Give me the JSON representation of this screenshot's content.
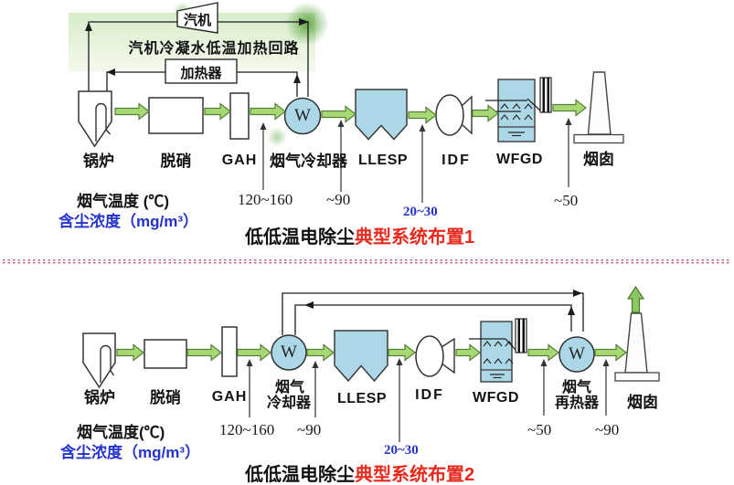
{
  "colors": {
    "component_fill": "#abd7e6",
    "arrow_fill": "#a8d873",
    "arrow_stroke": "#55803a",
    "caption_red": "#e82a1e",
    "value_blue": "#2433cc",
    "divider_pink": "#c4627e",
    "loop_band_green": "#e3f1da"
  },
  "d1": {
    "turbine": "汽机",
    "loop_title": "汽机冷凝水低温加热回路",
    "heater": "加热器",
    "w": "W",
    "labels": {
      "boiler": "锅炉",
      "denox": "脱硝",
      "gah": "GAH",
      "cooler": "烟气冷却器",
      "esp": "LLESP",
      "fan": "IDF",
      "fgd": "WFGD",
      "stack": "烟囱"
    },
    "temp_label": "烟气温度 (℃)",
    "dust_label": "含尘浓度（mg/m³）",
    "readings": {
      "after_gah": "120~160",
      "after_cooler": "~90",
      "after_esp": "20~30",
      "after_fgd": "~50"
    },
    "caption": {
      "black": "低低温电除尘",
      "red": "典型系统布置1"
    }
  },
  "d2": {
    "w": "W",
    "labels": {
      "boiler": "锅炉",
      "denox": "脱硝",
      "gah": "GAH",
      "cooler_line1": "烟气",
      "cooler_line2": "冷却器",
      "esp": "LLESP",
      "fan": "IDF",
      "fgd": "WFGD",
      "reheater_line1": "烟气",
      "reheater_line2": "再热器",
      "stack": "烟囱"
    },
    "temp_label": "烟气温度(℃)",
    "dust_label": "含尘浓度（mg/m³）",
    "readings": {
      "after_gah": "120~160",
      "after_cooler": "~90",
      "after_esp": "20~30",
      "after_fgd": "~50",
      "after_reheater": "~90"
    },
    "caption": {
      "black": "低低温电除尘",
      "red": "典型系统布置2"
    }
  }
}
